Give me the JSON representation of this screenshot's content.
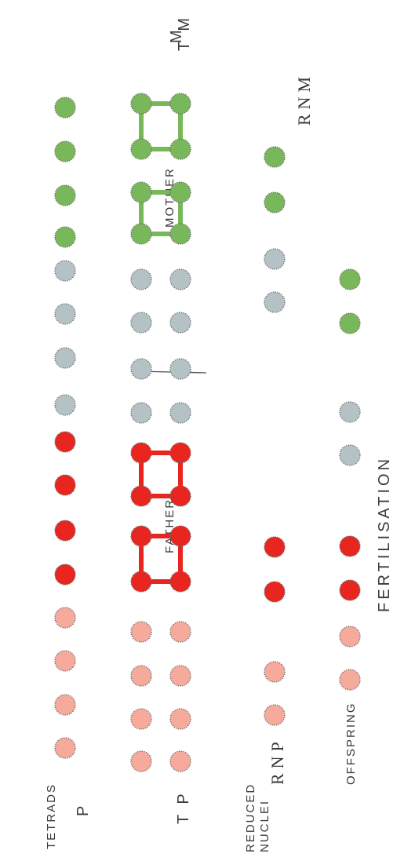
{
  "labels": {
    "father": "FATHER",
    "mother": "MOTHER",
    "fertilisation": "FERTILISATION",
    "offspring": "OFFSPRING",
    "p": "P",
    "m": "M",
    "tetrads": "TETRADS",
    "tp": "T P",
    "tm": "T M",
    "reduced": "REDUCED",
    "nuclei": "NUCLEI",
    "rnp": "RNP",
    "rnm": "RNM"
  },
  "colors": {
    "pink": "#f6aa9c",
    "red": "#e8251f",
    "grey": "#b4c2c6",
    "green": "#78b85a",
    "line": "#555555"
  },
  "rows": {
    "parents": [
      "pink",
      "pink",
      "pink",
      "pink",
      "red",
      "red",
      "red",
      "red",
      "grey",
      "grey",
      "grey",
      "grey",
      "green",
      "green",
      "green",
      "green"
    ],
    "tetrads": [
      "pink",
      "pink",
      "red",
      "red",
      "grey",
      "grey",
      "green",
      "green"
    ],
    "reduced": [
      "pink",
      "pink",
      "red",
      "red",
      "grey",
      "grey",
      "green",
      "green"
    ],
    "offspring": [
      "pink",
      "pink",
      "red",
      "red",
      "grey",
      "grey",
      "green",
      "green"
    ]
  }
}
